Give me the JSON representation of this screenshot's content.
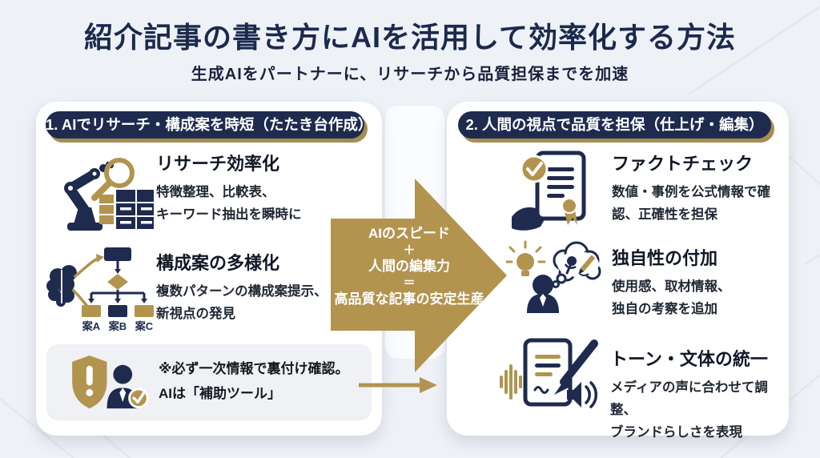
{
  "colors": {
    "navy": "#1e2b4f",
    "gold": "#b2944f",
    "background": "#eef1f6",
    "card": "#ffffff",
    "note_background": "#f0f1f4",
    "title_text": "#1b2a4c"
  },
  "header": {
    "title": "紹介記事の書き方にAIを活用して効率化する方法",
    "subtitle": "生成AIをパートナーに、リサーチから品質担保までを加速"
  },
  "left_panel": {
    "header": "1. AIでリサーチ・構成案を時短（たたき台作成）",
    "items": [
      {
        "icon": "robot-arm-magnifier-table",
        "title": "リサーチ効率化",
        "desc_lines": [
          "特徴整理、比較表、",
          "キーワード抽出を瞬時に"
        ]
      },
      {
        "icon": "brain-flowchart",
        "title": "構成案の多様化",
        "desc_lines": [
          "複数パターンの構成案提示、",
          "新視点の発見"
        ],
        "flow_labels": [
          "案A",
          "案B",
          "案C"
        ]
      }
    ],
    "note": {
      "icon": "shield-alert-person-check",
      "lines": [
        "※必ず一次情報で裏付け確認。",
        "AIは「補助ツール」"
      ]
    }
  },
  "center": {
    "arrow_lines": [
      "AIのスピード",
      "＋",
      "人間の編集力",
      "＝",
      "高品質な記事の安定生産"
    ]
  },
  "right_panel": {
    "header": "2. 人間の視点で品質を担保（仕上げ・編集）",
    "items": [
      {
        "icon": "hand-document-check-ribbon",
        "title": "ファクトチェック",
        "desc_lines": [
          "数値・事例を公式情報で確",
          "認、正確性を担保"
        ]
      },
      {
        "icon": "person-lightbulb-thought-mic-pencil",
        "title": "独自性の付加",
        "desc_lines": [
          "使用感、取材情報、",
          "独自の考察を追加"
        ]
      },
      {
        "icon": "document-pen-speaker-waveform",
        "title": "トーン・文体の統一",
        "desc_lines": [
          "メディアの声に合わせて調整、",
          "ブランドらしさを表現"
        ]
      }
    ]
  }
}
